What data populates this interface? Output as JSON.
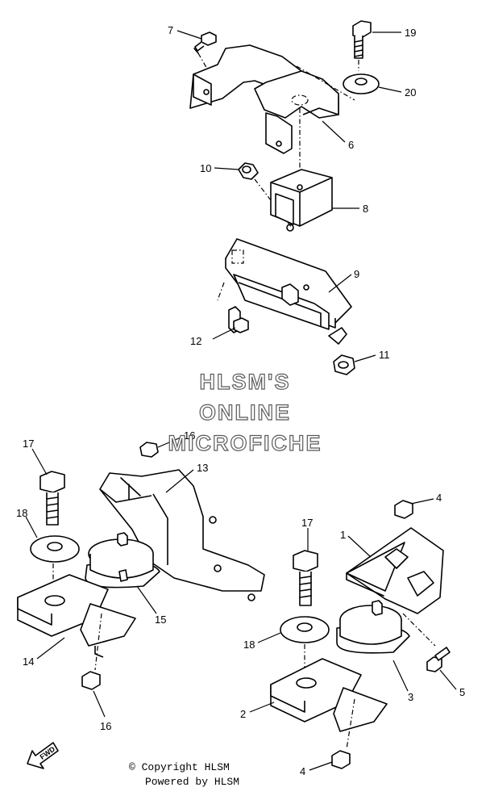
{
  "callouts": {
    "c1": "1",
    "c2": "2",
    "c3": "3",
    "c4a": "4",
    "c4b": "4",
    "c5": "5",
    "c6": "6",
    "c7": "7",
    "c8": "8",
    "c9": "9",
    "c10": "10",
    "c11": "11",
    "c12": "12",
    "c13": "13",
    "c14": "14",
    "c15": "15",
    "c16a": "16",
    "c16b": "16",
    "c17a": "17",
    "c17b": "17",
    "c18a": "18",
    "c18b": "18",
    "c19": "19",
    "c20": "20"
  },
  "watermark": {
    "line1": "HLSM'S",
    "line2": "ONLINE",
    "line3": "MICROFICHE"
  },
  "footer": {
    "copyright": "© Copyright HLSM",
    "powered": "Powered by HLSM"
  },
  "fwd_label": "FWD"
}
